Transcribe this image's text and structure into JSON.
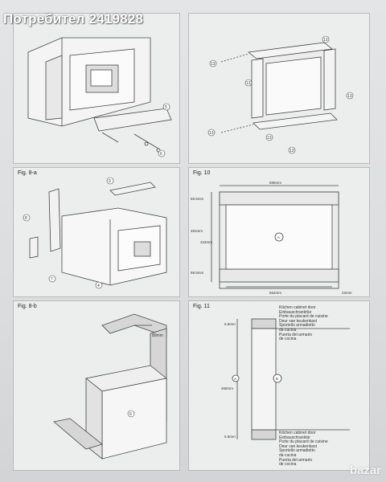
{
  "watermark": "Потребител 2419828",
  "figures": {
    "fig8a": "Fig. 8-a",
    "fig8b": "Fig. 8-b",
    "fig10": "Fig. 10",
    "fig11": "Fig. 11"
  },
  "fig10_dims": {
    "width_top": "596mm",
    "h1": "69.5mm",
    "h_total": "481mm",
    "h_inner": "342mm",
    "h2": "69.5mm",
    "width_bottom": "552mm",
    "side": "22mm",
    "center": "A"
  },
  "fig11_dims": {
    "top": "6.5mm",
    "mid": "468mm",
    "bottom": "6.5mm",
    "a": "A",
    "b": "B"
  },
  "fig11_caption_top": [
    "Kitchen cabinet door",
    "Einbauschrankttür",
    "Porte du placard de cuisine",
    "Deur van keukenkast",
    "Sportello armadietto",
    "da cucina",
    "Puerta del armario",
    "de cocina"
  ],
  "fig11_caption_bottom": [
    "Kitchen cabinet door",
    "Einbauschranktür",
    "Porte du placard de cuisine",
    "Deur van keukenkast",
    "Sportello armadietto",
    "da cucina",
    "Puerta del armario",
    "de cocina"
  ],
  "callouts": {
    "p1": [
      "5",
      "6"
    ],
    "p2": [
      "13",
      "13",
      "13",
      "13",
      "13",
      "13",
      "13"
    ],
    "p3": [
      "9",
      "8",
      "7",
      "4"
    ],
    "p4": [
      "80mm",
      "6"
    ]
  },
  "logo": "bazar"
}
